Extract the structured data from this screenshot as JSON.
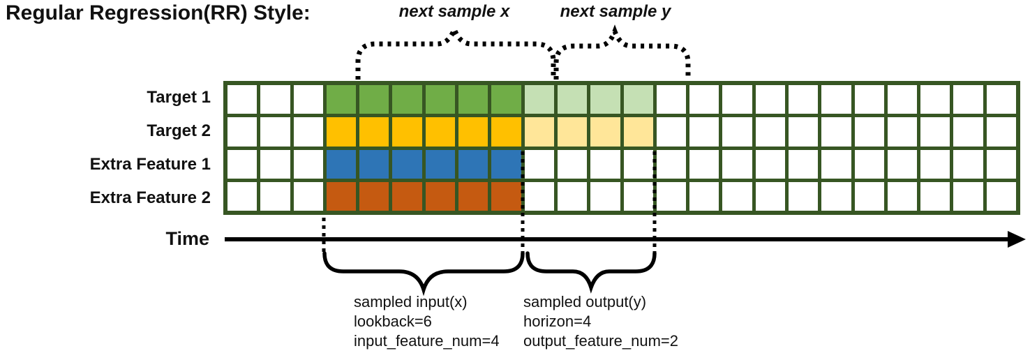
{
  "title": "Regular Regression(RR) Style:",
  "colors": {
    "cell_green": "#70AD47",
    "cell_green_light": "#C5E0B4",
    "cell_gold": "#FFC000",
    "cell_gold_light": "#FFE699",
    "cell_blue": "#2E75B6",
    "cell_orange": "#C55A11",
    "grid_border": "#375623",
    "annotation": "#000000"
  },
  "grid": {
    "num_cols": 24,
    "rows": [
      {
        "label": "Target 1",
        "segments": [
          {
            "start": 3,
            "end": 8,
            "color": "cell_green"
          },
          {
            "start": 9,
            "end": 12,
            "color": "cell_green_light"
          }
        ]
      },
      {
        "label": "Target 2",
        "segments": [
          {
            "start": 3,
            "end": 8,
            "color": "cell_gold"
          },
          {
            "start": 9,
            "end": 12,
            "color": "cell_gold_light"
          }
        ]
      },
      {
        "label": "Extra Feature 1",
        "segments": [
          {
            "start": 3,
            "end": 8,
            "color": "cell_blue"
          }
        ]
      },
      {
        "label": "Extra Feature 2",
        "segments": [
          {
            "start": 3,
            "end": 8,
            "color": "cell_orange"
          }
        ]
      }
    ]
  },
  "annotations": {
    "next_sample_x": "next sample x",
    "next_sample_y": "next sample y",
    "time_label": "Time",
    "input_lines": [
      "sampled input(x)",
      "lookback=6",
      "input_feature_num=4"
    ],
    "output_lines": [
      "sampled output(y)",
      "horizon=4",
      "output_feature_num=2"
    ]
  }
}
